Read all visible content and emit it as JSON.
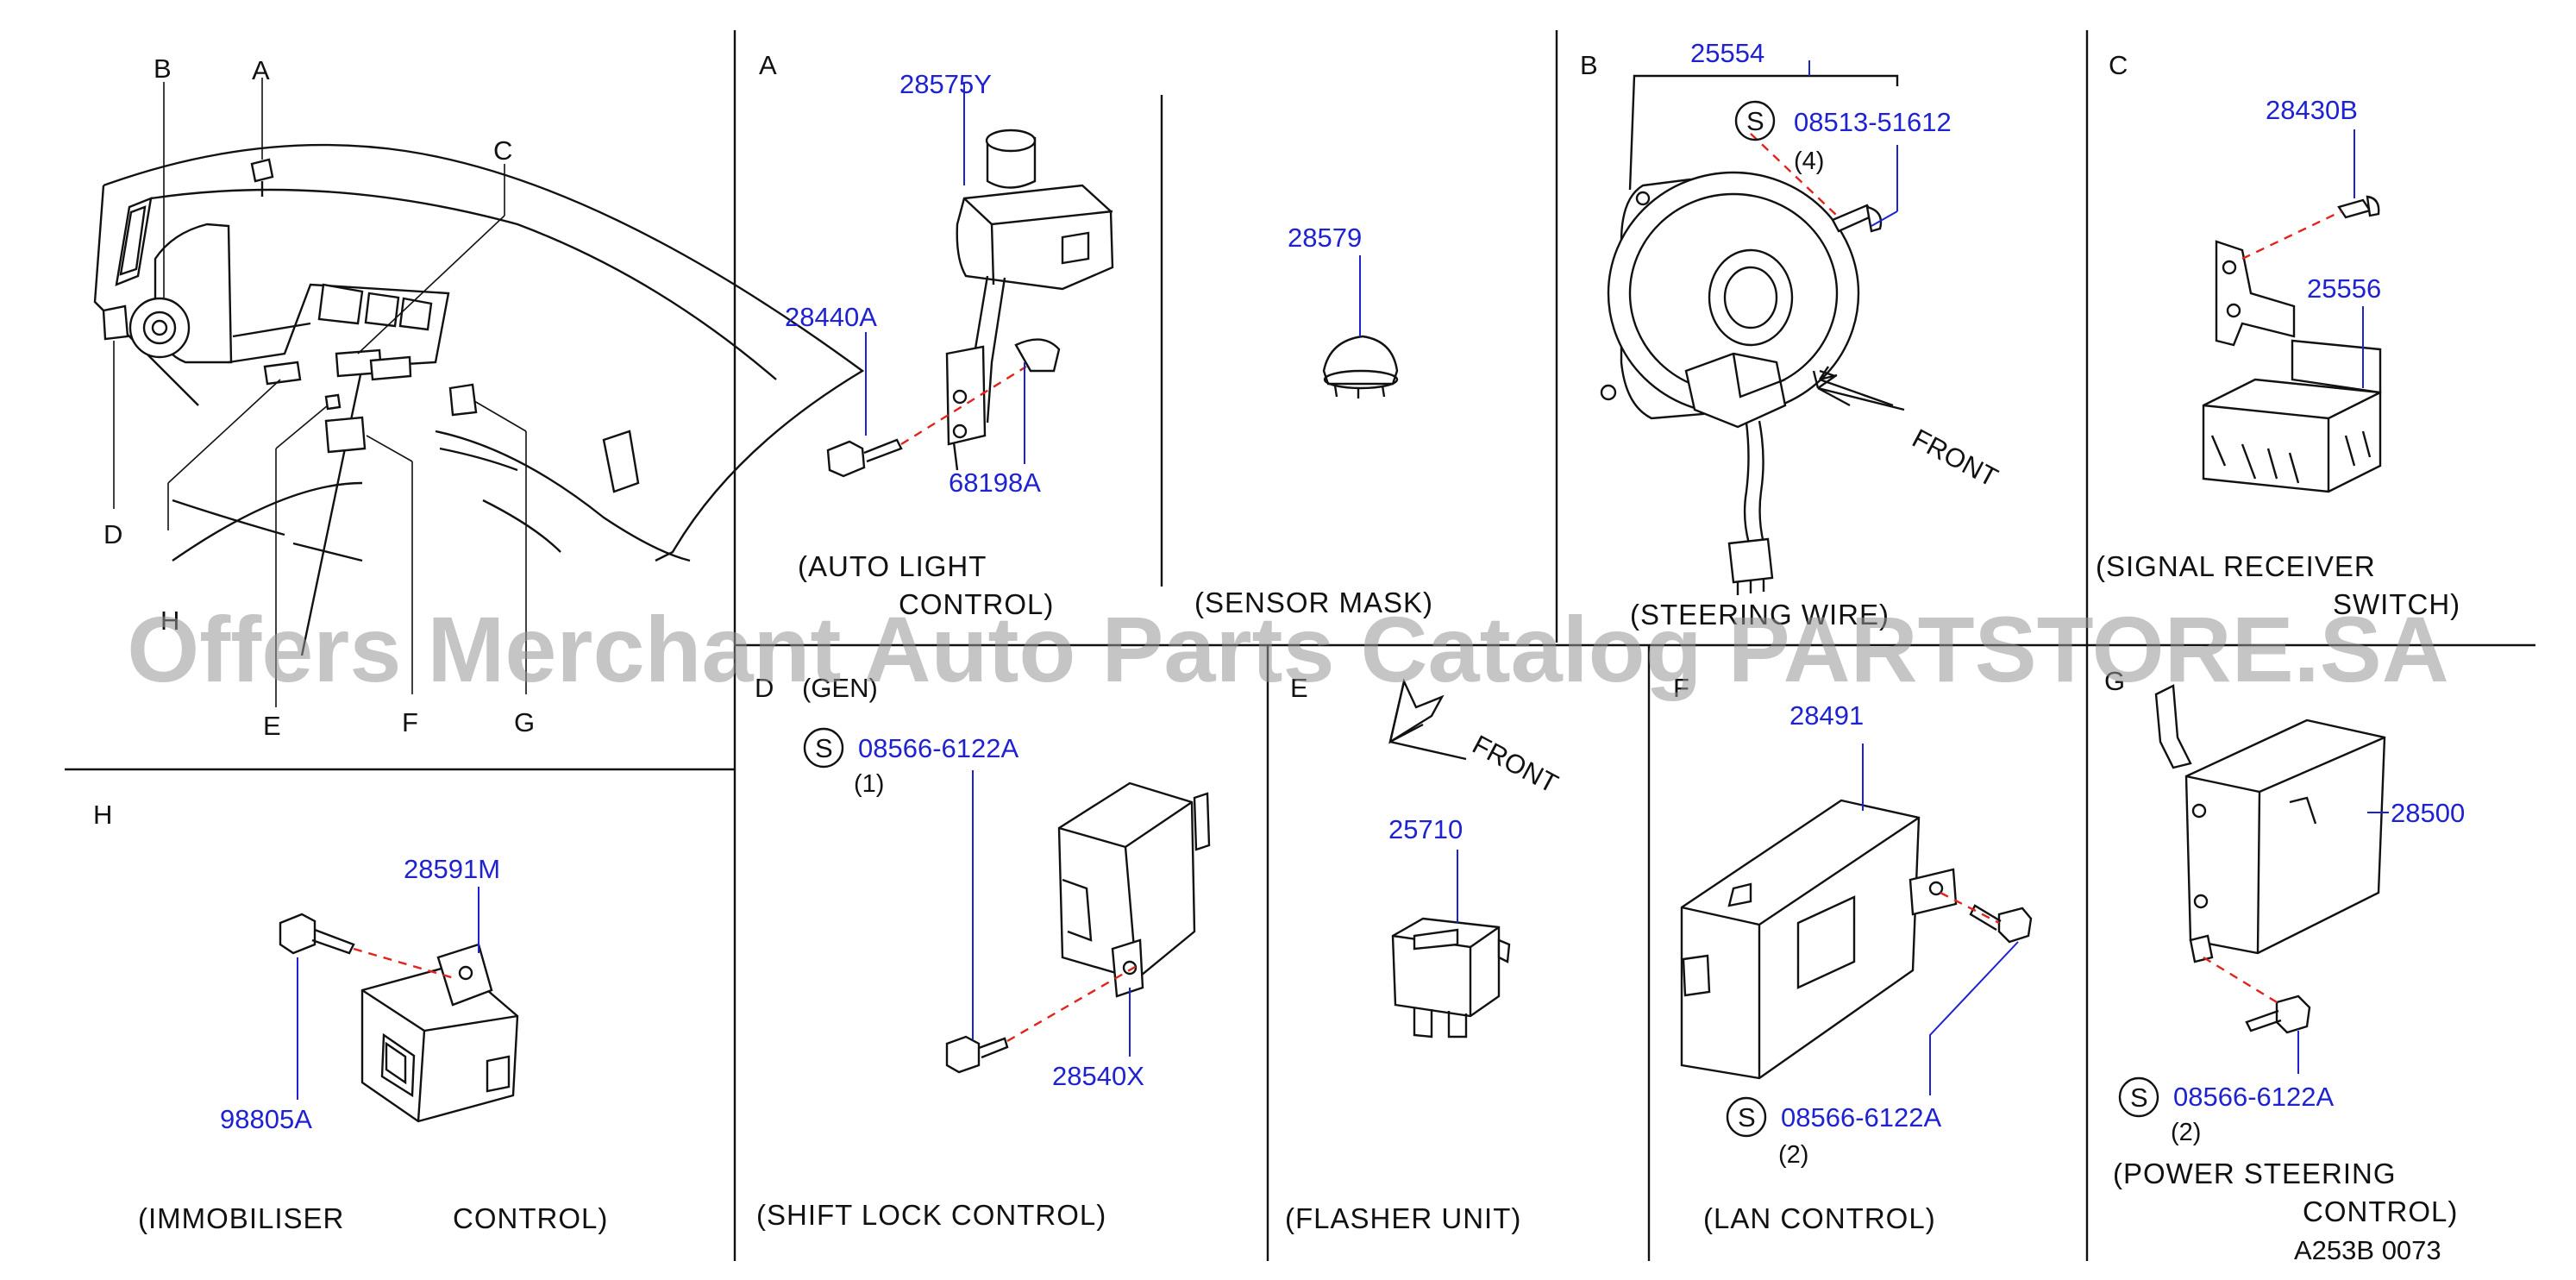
{
  "sections": {
    "A": "A",
    "B": "B",
    "C": "C",
    "D": "D",
    "E": "E",
    "F": "F",
    "G": "G",
    "H": "H"
  },
  "overview_labels": {
    "A": "A",
    "B": "B",
    "C": "C",
    "D": "D",
    "E": "E",
    "F": "F",
    "G": "G",
    "H": "H"
  },
  "parts": {
    "p28575Y": "28575Y",
    "p28440A": "28440A",
    "p68198A": "68198A",
    "p28579": "28579",
    "p25554": "25554",
    "p08513_51612": "08513-51612",
    "p28430B": "28430B",
    "p25556": "25556",
    "p28591M": "28591M",
    "p98805A": "98805A",
    "p08566_6122A_d": "08566-6122A",
    "p28540X": "28540X",
    "p25710": "25710",
    "p28491": "28491",
    "p08566_6122A_f": "08566-6122A",
    "p28500": "28500",
    "p08566_6122A_g": "08566-6122A"
  },
  "quantities": {
    "b": "(4)",
    "d": "(1)",
    "f": "(2)",
    "g": "(2)"
  },
  "std_symbol": "S",
  "front_label": "FRONT",
  "captions": {
    "a1": "(AUTO   LIGHT",
    "a2": "CONTROL)",
    "sensor": "(SENSOR   MASK)",
    "steering": "(STEERING   WIRE)",
    "c1": "(SIGNAL   RECEIVER",
    "c2": "SWITCH)",
    "immob1": "(IMMOBILISER",
    "immob2": "CONTROL)",
    "shift": "(SHIFT   LOCK   CONTROL)",
    "flasher": "(FLASHER   UNIT)",
    "lan": "(LAN   CONTROL)",
    "g1": "(POWER   STEERING",
    "g2": "CONTROL)",
    "d_note": "(GEN)"
  },
  "diagram_code": "A253B  0073",
  "watermark": "Offers Merchant Auto Parts Catalog PARTSTORE.SA",
  "colors": {
    "part_number": "#1e22d0",
    "dashed_line": "#e0241c",
    "line": "#111111"
  }
}
